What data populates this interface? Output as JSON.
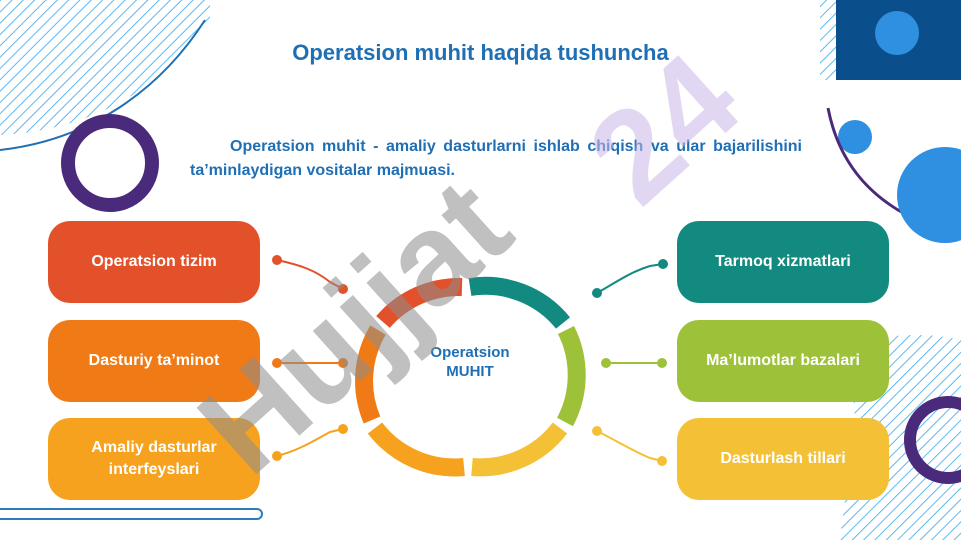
{
  "slide": {
    "title": "Operatsion muhit haqida tushuncha",
    "definition": "Operatsion muhit - amaliy dasturlarni ishlab chiqish va ular bajarilishini ta’minlaydigan vositalar majmuasi."
  },
  "diagram": {
    "center": [
      "Operatsion",
      "MUHIT"
    ],
    "left_items": [
      {
        "label": "Operatsion tizim",
        "color": "#e2512a"
      },
      {
        "label": "Dasturiy ta’minot",
        "color": "#f07b16"
      },
      {
        "label": "Amaliy dasturlar interfeyslari",
        "color": "#f6a21e"
      }
    ],
    "right_items": [
      {
        "label": "Tarmoq xizmatlari",
        "color": "#138a7f"
      },
      {
        "label": "Ma’lumotlar bazalari",
        "color": "#9dc23a"
      },
      {
        "label": "Dasturlash tillari",
        "color": "#f4c136"
      }
    ]
  },
  "watermark": {
    "text": "Hujjat 24",
    "color": "#8c8c8c",
    "accent": "#c8b6e8"
  },
  "colors": {
    "title": "#1f6fb5",
    "decor_blue": "#2f8fe0",
    "decor_dark_blue": "#0b4e8c",
    "decor_purple": "#4a2a7a"
  }
}
